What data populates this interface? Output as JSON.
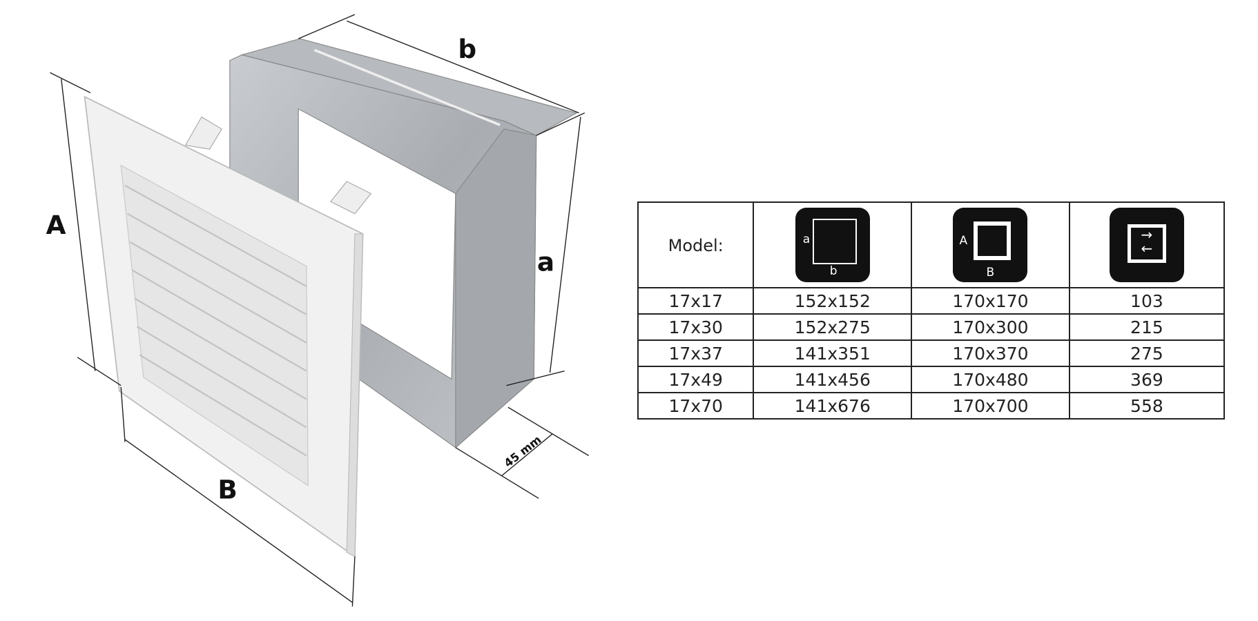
{
  "drawing": {
    "labels": {
      "A": "A",
      "B": "B",
      "a": "a",
      "b": "b",
      "depth": "45 mm"
    }
  },
  "table": {
    "header": {
      "model": "Model:",
      "icon1_labels": [
        "a",
        "b"
      ],
      "icon2_labels": [
        "A",
        "B"
      ]
    },
    "icons": [
      "inner-dimension-icon",
      "outer-dimension-icon",
      "airflow-area-icon"
    ],
    "rows": [
      [
        "17x17",
        "152x152",
        "170x170",
        "103"
      ],
      [
        "17x30",
        "152x275",
        "170x300",
        "215"
      ],
      [
        "17x37",
        "141x351",
        "170x370",
        "275"
      ],
      [
        "17x49",
        "141x456",
        "170x480",
        "369"
      ],
      [
        "17x70",
        "141x676",
        "170x700",
        "558"
      ]
    ]
  }
}
